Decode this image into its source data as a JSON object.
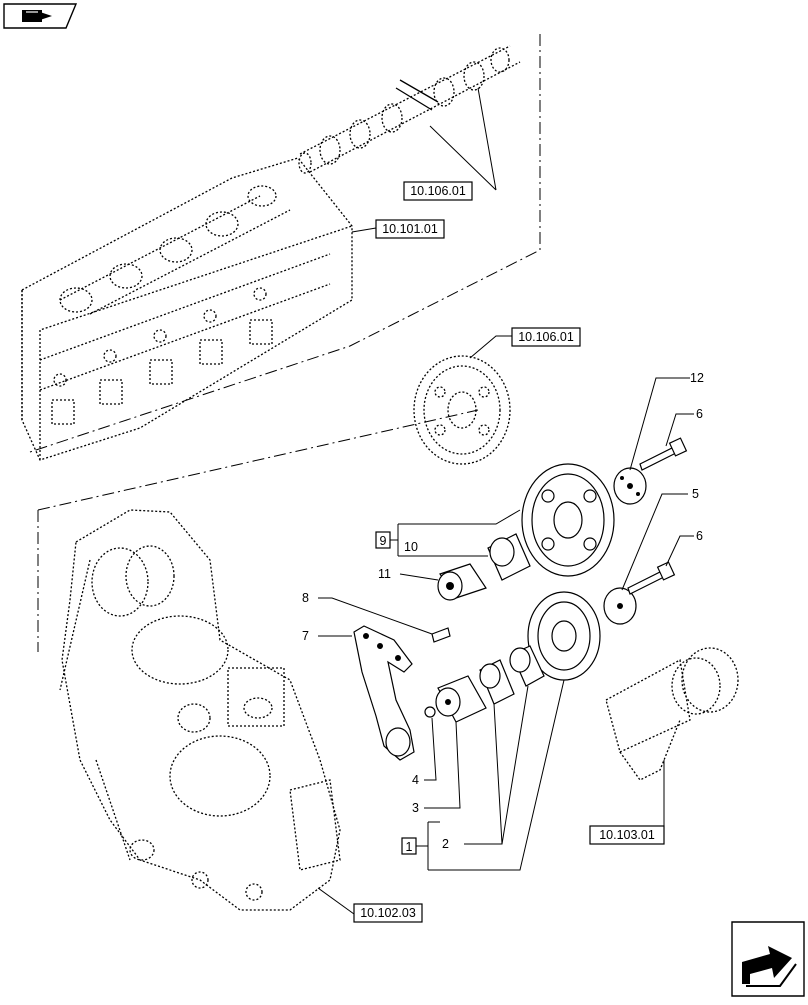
{
  "references": {
    "camshaft": "10.106.01",
    "cylinder_head": "10.101.01",
    "camshaft_gear": "10.106.01",
    "crankshaft": "10.103.01",
    "timing_cover": "10.102.03"
  },
  "groups": {
    "group_9": "9",
    "group_1": "1"
  },
  "callouts": {
    "c12": "12",
    "c6a": "6",
    "c5": "5",
    "c6b": "6",
    "c10": "10",
    "c11": "11",
    "c8": "8",
    "c7": "7",
    "c4": "4",
    "c3": "3",
    "c2": "2"
  },
  "icons": {
    "top_left": "book-arrow-icon",
    "bottom_right": "next-page-arrow-icon"
  }
}
